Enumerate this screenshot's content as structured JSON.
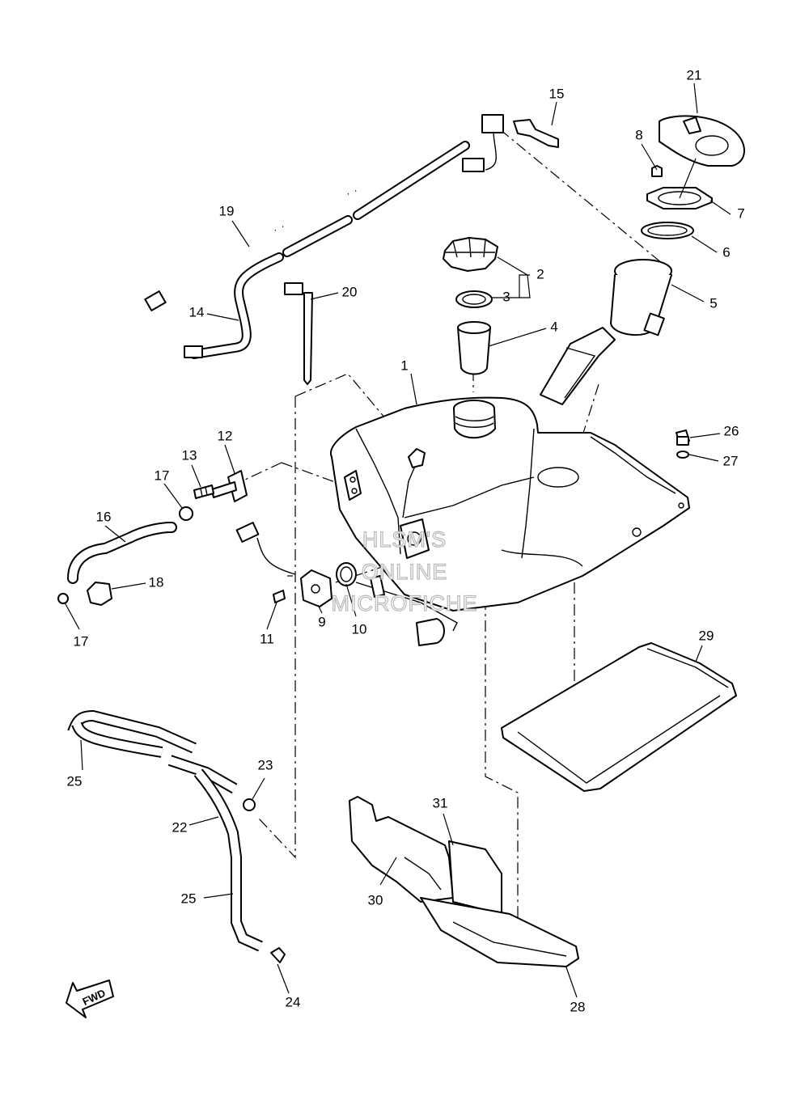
{
  "diagram": {
    "watermark": [
      "HLSM'S",
      "ONLINE",
      "MICROFICHE"
    ],
    "direction_label": "FWD",
    "callouts": [
      {
        "id": "1",
        "label": "1"
      },
      {
        "id": "2",
        "label": "2"
      },
      {
        "id": "3",
        "label": "3"
      },
      {
        "id": "4",
        "label": "4"
      },
      {
        "id": "5",
        "label": "5"
      },
      {
        "id": "6",
        "label": "6"
      },
      {
        "id": "7",
        "label": "7"
      },
      {
        "id": "8",
        "label": "8"
      },
      {
        "id": "9",
        "label": "9"
      },
      {
        "id": "10",
        "label": "10"
      },
      {
        "id": "11",
        "label": "11"
      },
      {
        "id": "12",
        "label": "12"
      },
      {
        "id": "13",
        "label": "13"
      },
      {
        "id": "14",
        "label": "14"
      },
      {
        "id": "15",
        "label": "15"
      },
      {
        "id": "16",
        "label": "16"
      },
      {
        "id": "17a",
        "label": "17"
      },
      {
        "id": "17b",
        "label": "17"
      },
      {
        "id": "18",
        "label": "18"
      },
      {
        "id": "19",
        "label": "19"
      },
      {
        "id": "20",
        "label": "20"
      },
      {
        "id": "21",
        "label": "21"
      },
      {
        "id": "22",
        "label": "22"
      },
      {
        "id": "23",
        "label": "23"
      },
      {
        "id": "24",
        "label": "24"
      },
      {
        "id": "25a",
        "label": "25"
      },
      {
        "id": "25b",
        "label": "25"
      },
      {
        "id": "26",
        "label": "26"
      },
      {
        "id": "27",
        "label": "27"
      },
      {
        "id": "28",
        "label": "28"
      },
      {
        "id": "29",
        "label": "29"
      },
      {
        "id": "30",
        "label": "30"
      },
      {
        "id": "31",
        "label": "31"
      }
    ]
  }
}
